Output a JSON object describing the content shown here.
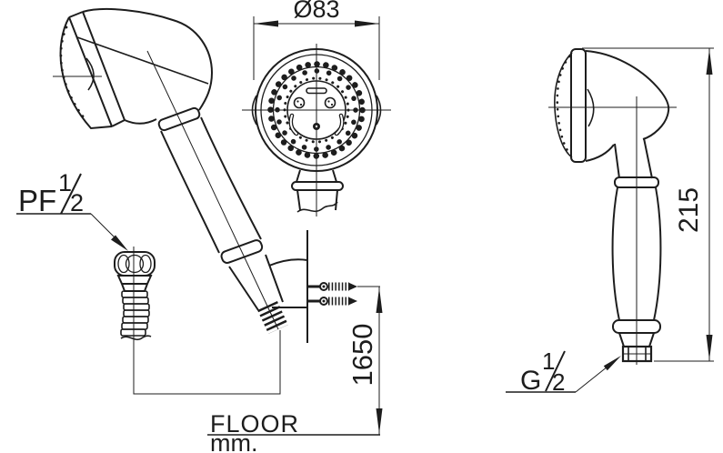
{
  "colors": {
    "background": "#ffffff",
    "line": "#1d1d1d"
  },
  "labels": {
    "diameter_dim": "Ø83",
    "height_dim": "215",
    "mount_height_dim": "1650",
    "floor": "FLOOR",
    "units": "mm.",
    "inlet_thread": {
      "prefix": "PF",
      "numerator": "1",
      "denominator": "2"
    },
    "outlet_thread": {
      "prefix": "G",
      "numerator": "1",
      "denominator": "2"
    }
  }
}
